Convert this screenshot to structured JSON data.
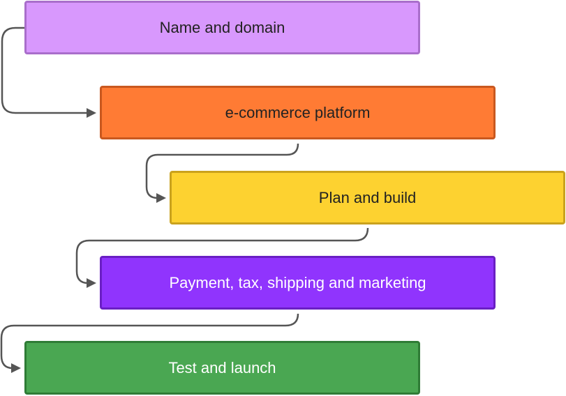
{
  "steps": [
    {
      "label": "Name and domain"
    },
    {
      "label": "e-commerce platform"
    },
    {
      "label": "Plan and build"
    },
    {
      "label": "Payment, tax, shipping and marketing"
    },
    {
      "label": "Test and launch"
    }
  ],
  "colors": {
    "connector": "#555555",
    "step1": "#d898fd",
    "step2": "#ff7b34",
    "step3": "#fdd230",
    "step4": "#9034fd",
    "step5": "#4aa752"
  }
}
